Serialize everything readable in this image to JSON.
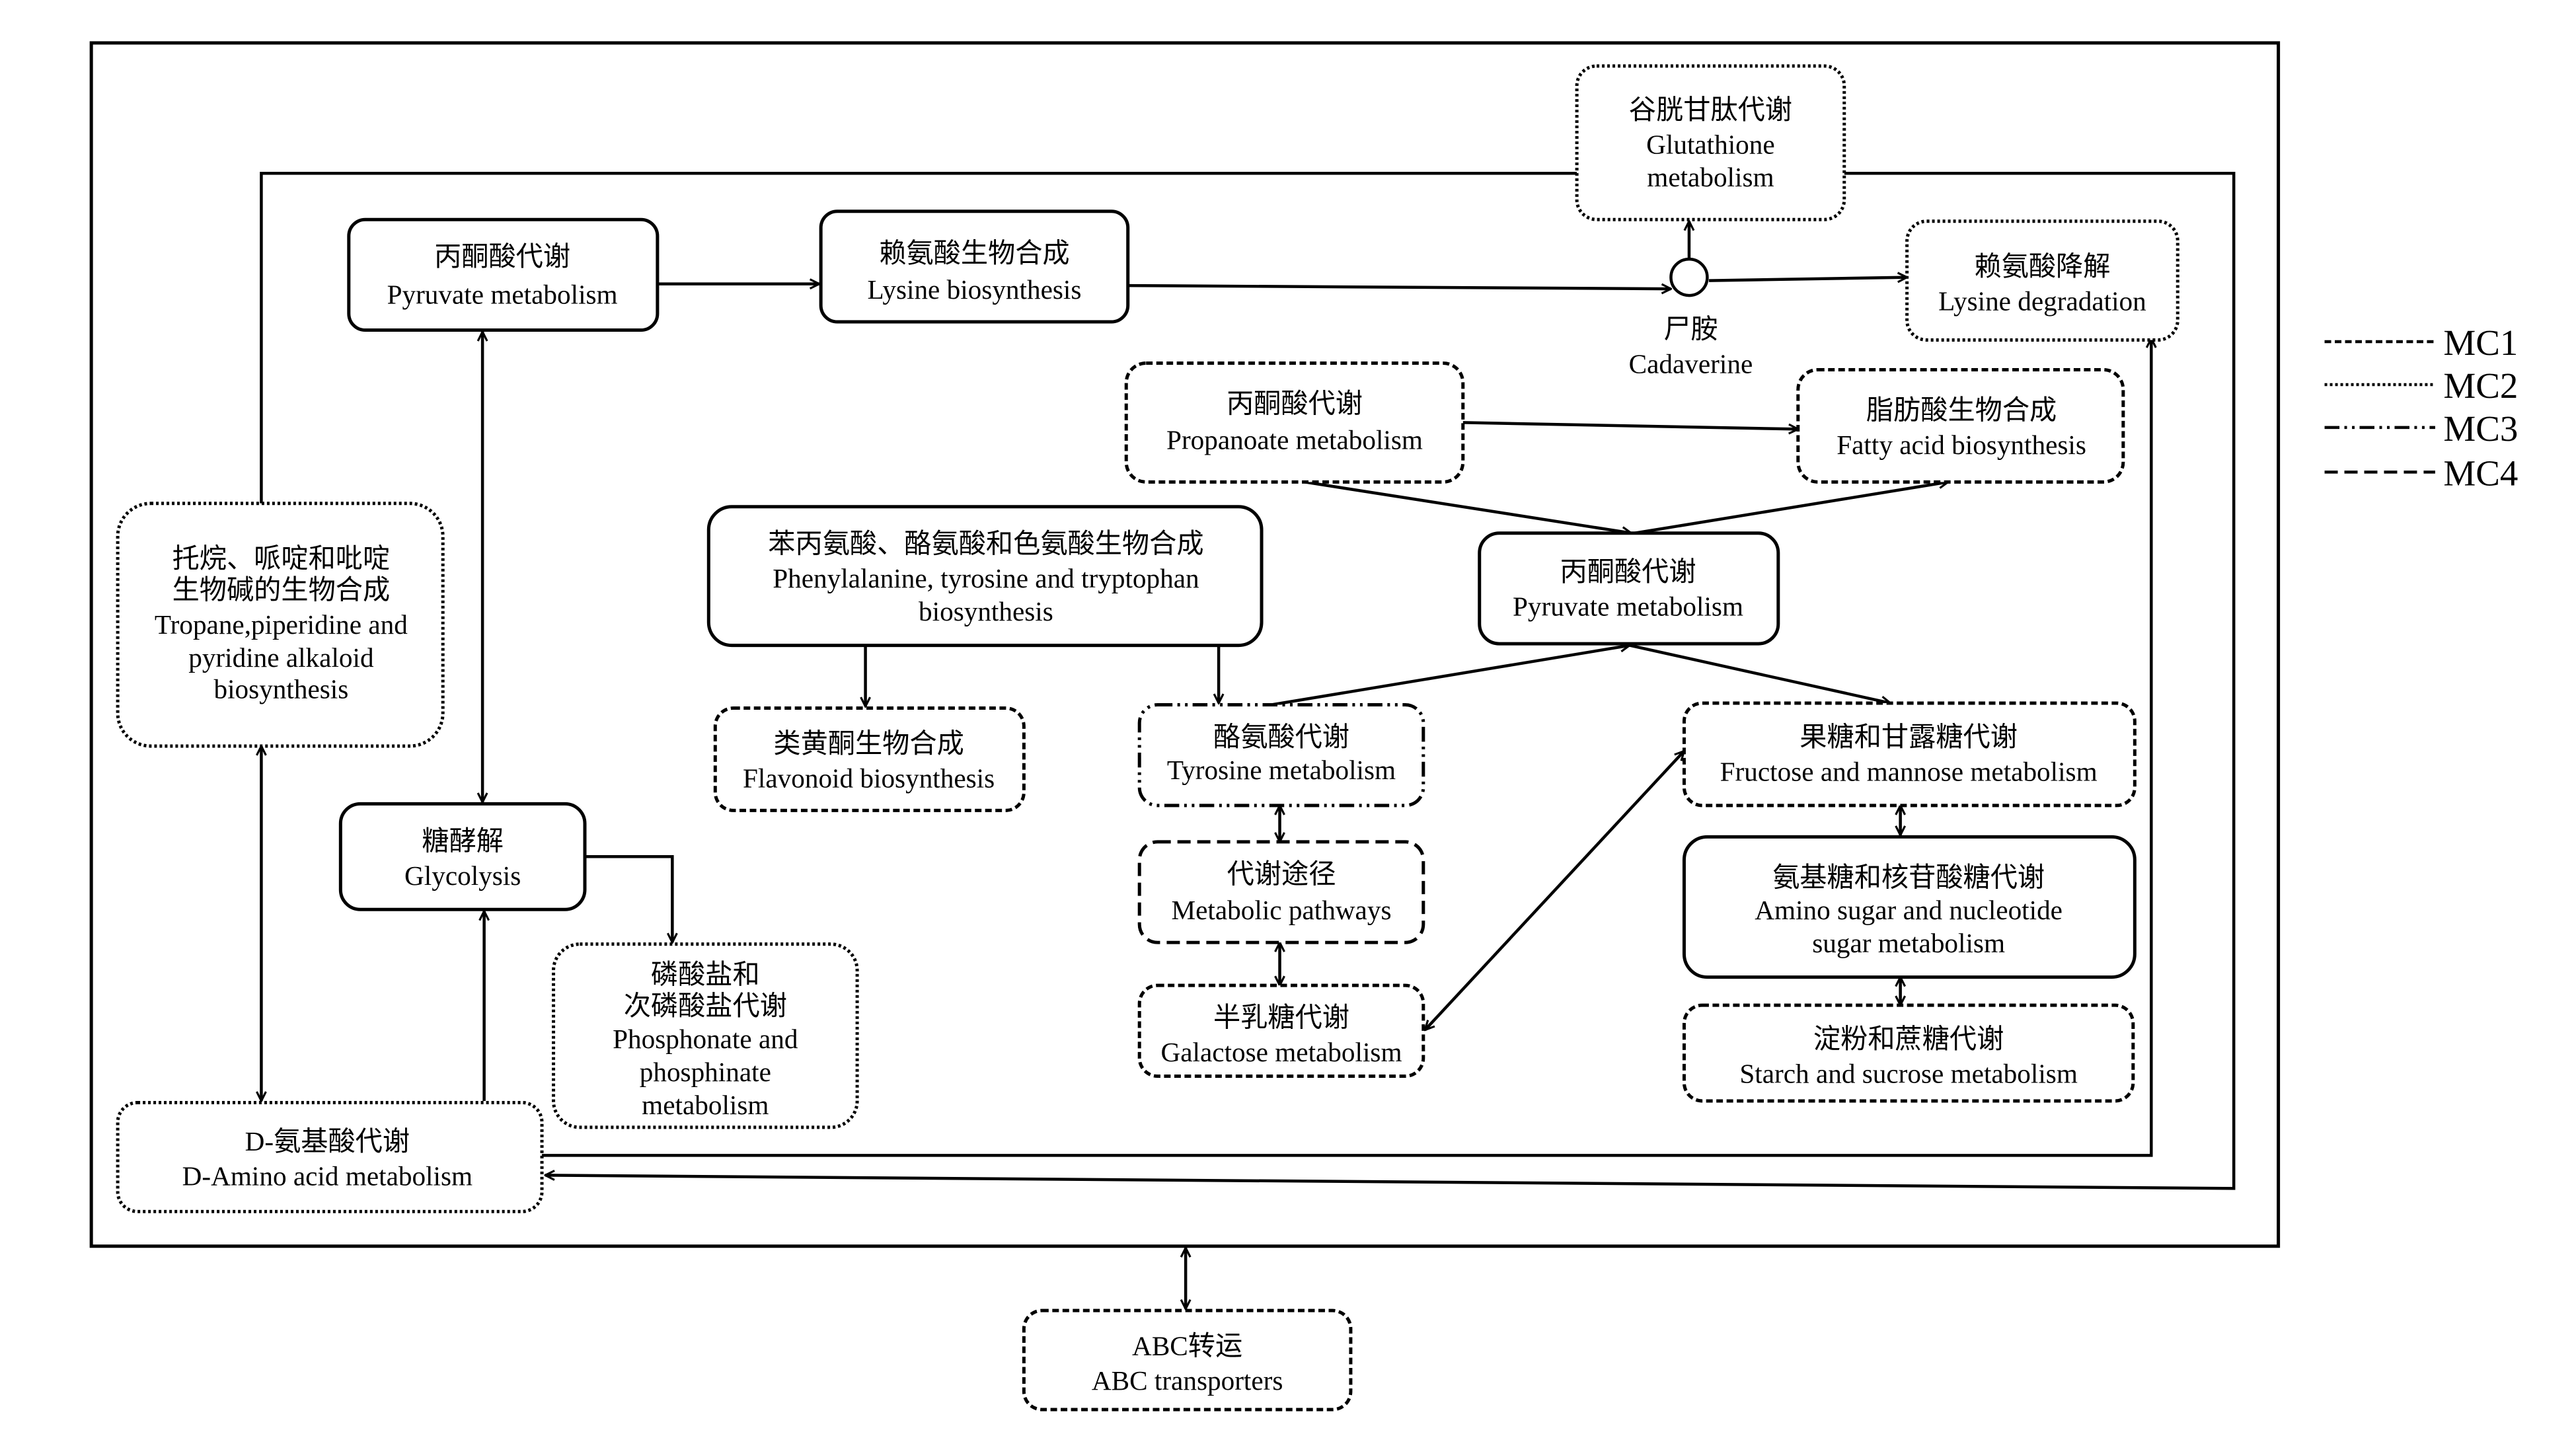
{
  "figure": {
    "type": "metabolic pathway network diagram",
    "legend": [
      {
        "id": "MC1",
        "label": "MC1",
        "style": "short dashes"
      },
      {
        "id": "MC2",
        "label": "MC2",
        "style": "dotted"
      },
      {
        "id": "MC3",
        "label": "MC3",
        "style": "dash-dot-dot"
      },
      {
        "id": "MC4",
        "label": "MC4",
        "style": "long dashes"
      }
    ],
    "nodes": {
      "pyruvate_top": {
        "zh": "丙酮酸代谢",
        "en": [
          "Pyruvate metabolism"
        ],
        "module": "solid"
      },
      "lysine_bio": {
        "zh": "赖氨酸生物合成",
        "en": [
          "Lysine biosynthesis"
        ],
        "module": "solid"
      },
      "glutathione": {
        "zh": "谷胱甘肽代谢",
        "en": [
          "Glutathione",
          "metabolism"
        ],
        "module": "MC2"
      },
      "cadaverine": {
        "zh": "尸胺",
        "en": [
          "Cadaverine"
        ],
        "module": "compound"
      },
      "lysine_deg": {
        "zh": "赖氨酸降解",
        "en": [
          "Lysine degradation"
        ],
        "module": "MC2"
      },
      "propanoate": {
        "zh": "丙酮酸代谢",
        "en": [
          "Propanoate metabolism"
        ],
        "module": "MC1"
      },
      "fatty_acid": {
        "zh": "脂肪酸生物合成",
        "en": [
          "Fatty acid biosynthesis"
        ],
        "module": "MC1"
      },
      "tropane": {
        "zh": [
          "托烷、哌啶和吡啶",
          "生物碱的生物合成"
        ],
        "en": [
          "Tropane,piperidine and",
          "pyridine alkaloid",
          "biosynthesis"
        ],
        "module": "MC2"
      },
      "phe_tyr_trp": {
        "zh": "苯丙氨酸、酪氨酸和色氨酸生物合成",
        "en": [
          "Phenylalanine, tyrosine and tryptophan",
          "biosynthesis"
        ],
        "module": "solid"
      },
      "pyruvate_mid": {
        "zh": "丙酮酸代谢",
        "en": [
          "Pyruvate metabolism"
        ],
        "module": "solid"
      },
      "flavonoid": {
        "zh": "类黄酮生物合成",
        "en": [
          "Flavonoid biosynthesis"
        ],
        "module": "MC1"
      },
      "tyrosine": {
        "zh": "酪氨酸代谢",
        "en": [
          "Tyrosine metabolism"
        ],
        "module": "MC3"
      },
      "metabolic_pathways": {
        "zh": "代谢途径",
        "en": [
          "Metabolic pathways"
        ],
        "module": "MC4"
      },
      "galactose": {
        "zh": "半乳糖代谢",
        "en": [
          "Galactose metabolism"
        ],
        "module": "MC1"
      },
      "fructose": {
        "zh": "果糖和甘露糖代谢",
        "en": [
          "Fructose and mannose metabolism"
        ],
        "module": "MC1"
      },
      "amino_sugar": {
        "zh": "氨基糖和核苷酸糖代谢",
        "en": [
          "Amino sugar and nucleotide",
          "sugar metabolism"
        ],
        "module": "solid"
      },
      "starch": {
        "zh": "淀粉和蔗糖代谢",
        "en": [
          "Starch and sucrose metabolism"
        ],
        "module": "MC1"
      },
      "glycolysis": {
        "zh": "糖酵解",
        "en": [
          "Glycolysis"
        ],
        "module": "solid"
      },
      "phosphonate": {
        "zh": [
          "磷酸盐和",
          "次磷酸盐代谢"
        ],
        "en": [
          "Phosphonate and",
          "phosphinate",
          "metabolism"
        ],
        "module": "MC2"
      },
      "d_amino": {
        "zh": "D-氨基酸代谢",
        "en": [
          "D-Amino acid metabolism"
        ],
        "module": "MC2"
      },
      "abc": {
        "zh": "ABC转运",
        "en": [
          "ABC transporters"
        ],
        "module": "MC1"
      }
    },
    "edges": [
      {
        "from": "pyruvate_top",
        "to": "lysine_bio",
        "dir": "forward"
      },
      {
        "from": "lysine_bio",
        "to": "cadaverine",
        "dir": "forward"
      },
      {
        "from": "cadaverine",
        "to": "glutathione",
        "dir": "forward"
      },
      {
        "from": "cadaverine",
        "to": "lysine_deg",
        "dir": "forward"
      },
      {
        "from": "pyruvate_top",
        "to": "glycolysis",
        "dir": "both"
      },
      {
        "from": "propanoate",
        "to": "fatty_acid",
        "dir": "forward"
      },
      {
        "from": "propanoate",
        "to": "pyruvate_mid",
        "dir": "forward"
      },
      {
        "from": "pyruvate_mid",
        "to": "fatty_acid",
        "dir": "forward"
      },
      {
        "from": "phe_tyr_trp",
        "to": "flavonoid",
        "dir": "forward"
      },
      {
        "from": "phe_tyr_trp",
        "to": "tyrosine",
        "dir": "forward"
      },
      {
        "from": "tyrosine",
        "to": "pyruvate_mid",
        "dir": "forward"
      },
      {
        "from": "pyruvate_mid",
        "to": "fructose",
        "dir": "forward"
      },
      {
        "from": "tyrosine",
        "to": "metabolic_pathways",
        "dir": "both"
      },
      {
        "from": "metabolic_pathways",
        "to": "galactose",
        "dir": "both"
      },
      {
        "from": "galactose",
        "to": "fructose",
        "dir": "both"
      },
      {
        "from": "fructose",
        "to": "amino_sugar",
        "dir": "both"
      },
      {
        "from": "amino_sugar",
        "to": "starch",
        "dir": "both"
      },
      {
        "from": "glycolysis",
        "to": "phosphonate",
        "dir": "forward"
      },
      {
        "from": "d_amino",
        "to": "glycolysis",
        "dir": "forward"
      },
      {
        "from": "tropane",
        "to": "d_amino",
        "dir": "both"
      },
      {
        "from": "tropane",
        "to": "d_amino",
        "via": "glutathione loop",
        "dir": "forward"
      },
      {
        "from": "d_amino",
        "to": "lysine_deg",
        "dir": "forward"
      },
      {
        "from": "outer_frame",
        "to": "abc",
        "dir": "both"
      }
    ]
  }
}
